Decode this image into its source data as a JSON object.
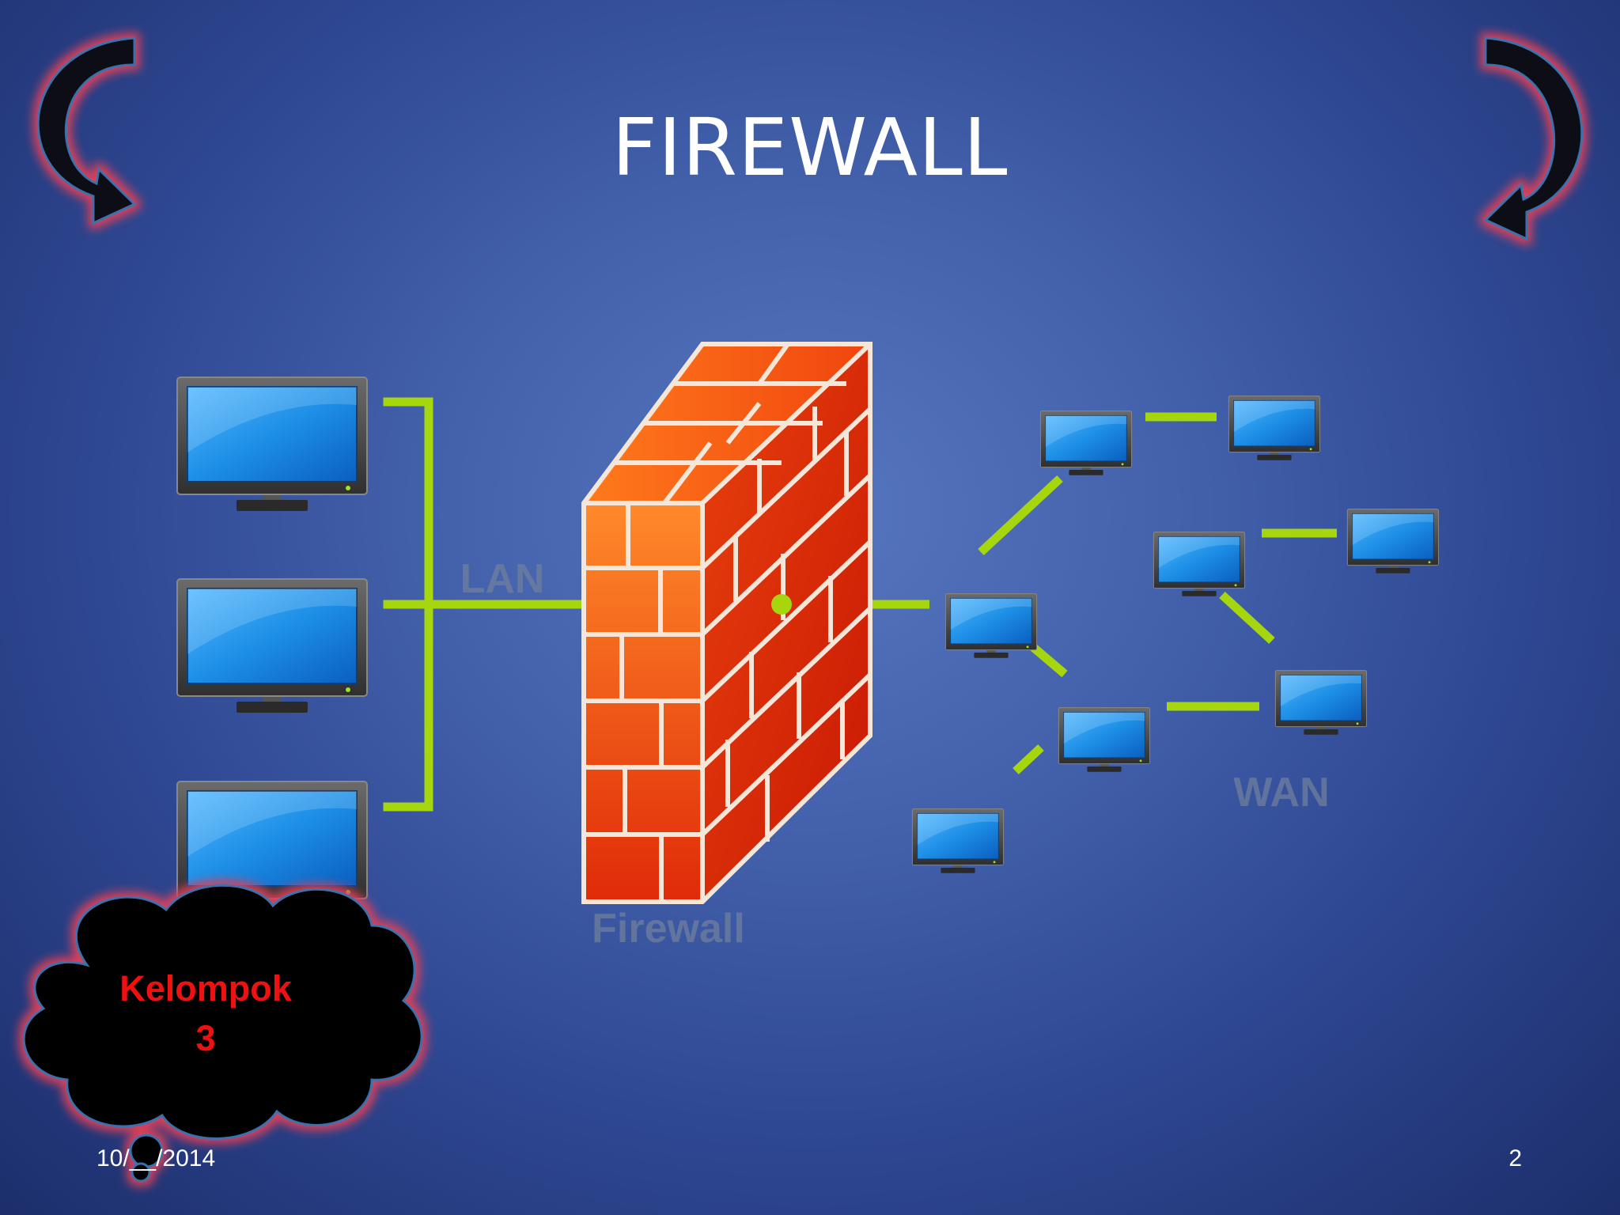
{
  "slide": {
    "title": "FIREWALL",
    "date": "10/__/2014",
    "page_number": "2",
    "cloud_label_line1": "Kelompok",
    "cloud_label_line2": "3"
  },
  "diagram": {
    "lan_label": "LAN",
    "wan_label": "WAN",
    "firewall_label": "Firewall"
  },
  "navigation": {
    "prev_icon": "curved-arrow-left-icon",
    "next_icon": "curved-arrow-right-icon"
  },
  "colors": {
    "background": "#4563ad",
    "link_green": "#a6d60e",
    "brick_red": "#e8380c",
    "screen_blue": "#1d8fe6",
    "cloud_text": "#ee1111"
  }
}
